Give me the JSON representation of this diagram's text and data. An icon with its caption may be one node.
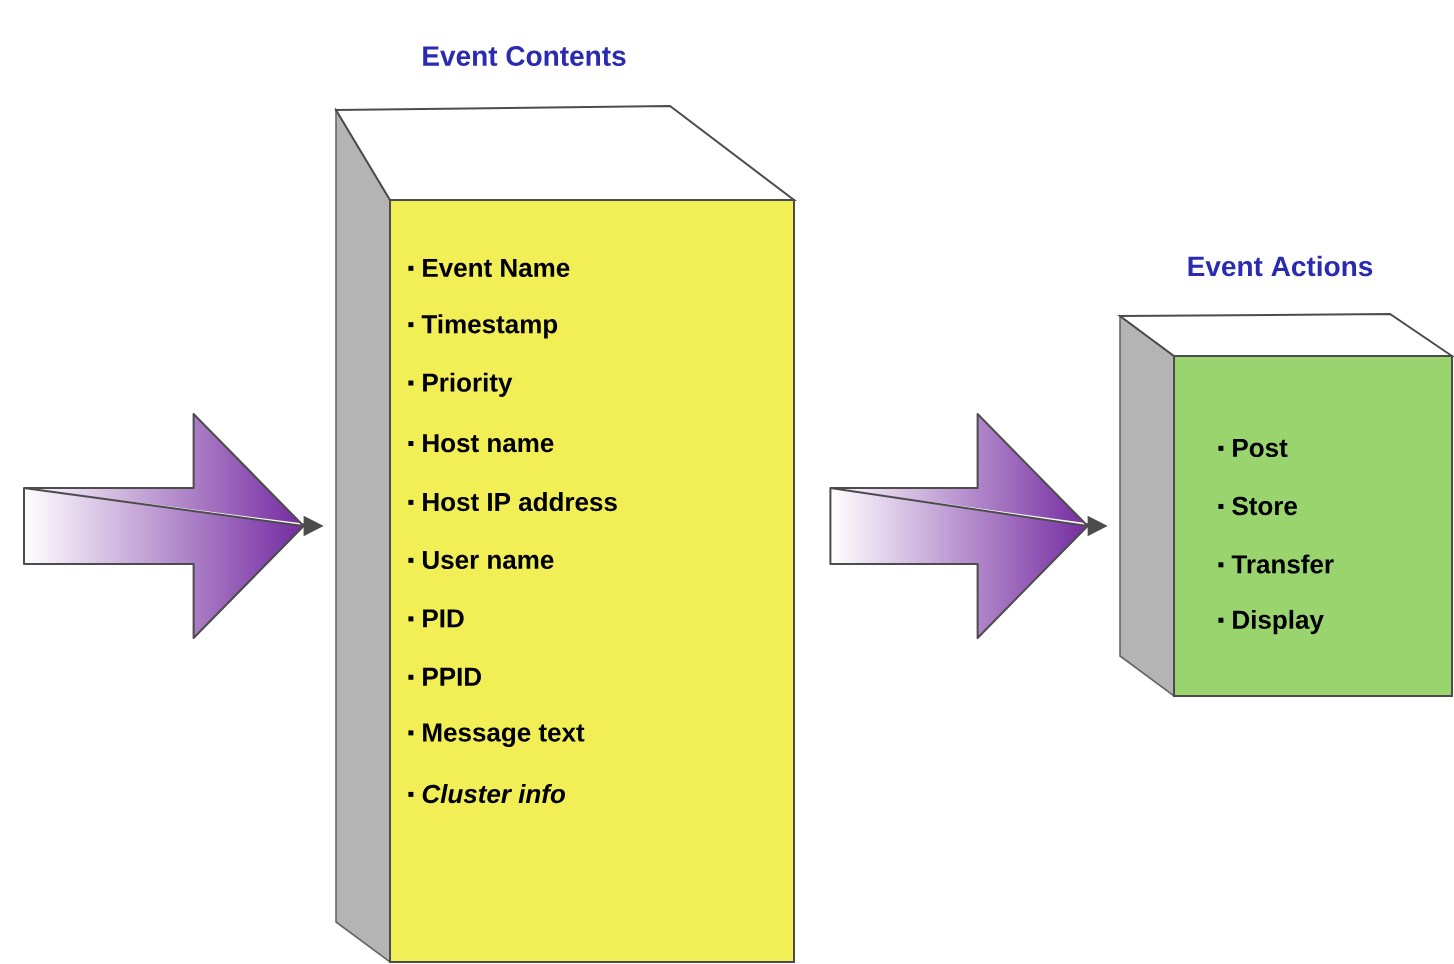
{
  "diagram": {
    "nodes": [
      {
        "text": [
          "Event Contents",
          "Event Name",
          "Timestamp",
          "Priority",
          "Host name",
          "Host IP address",
          "User name",
          "PID",
          "PPID",
          "Message text",
          "*Cluster info*"
        ]
      },
      {
        "text": [
          "Event Actions",
          "Post",
          "Store",
          "Transfer",
          "Display"
        ]
      }
    ],
    "edges": [
      {
        "from": null,
        "to": 0,
        "arrow": "to"
      },
      {
        "from": 0,
        "to": 1,
        "arrow": "to"
      }
    ]
  }
}
